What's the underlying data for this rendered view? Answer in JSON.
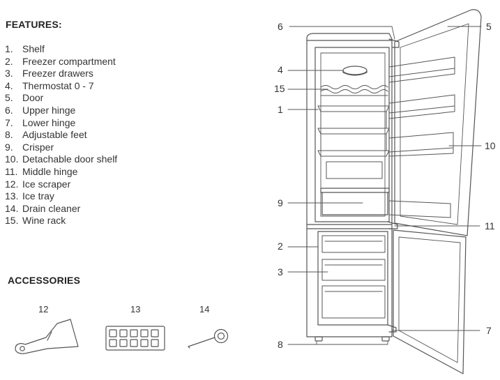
{
  "features": {
    "title": "FEATURES:",
    "items": [
      {
        "num": "1.",
        "label": "Shelf"
      },
      {
        "num": "2.",
        "label": "Freezer compartment"
      },
      {
        "num": "3.",
        "label": "Freezer drawers"
      },
      {
        "num": "4.",
        "label": "Thermostat 0 - 7"
      },
      {
        "num": "5.",
        "label": "Door"
      },
      {
        "num": "6.",
        "label": "Upper hinge"
      },
      {
        "num": "7.",
        "label": "Lower hinge"
      },
      {
        "num": "8.",
        "label": "Adjustable feet"
      },
      {
        "num": "9.",
        "label": "Crisper"
      },
      {
        "num": "10.",
        "label": "Detachable door shelf"
      },
      {
        "num": "11.",
        "label": "Middle hinge"
      },
      {
        "num": "12.",
        "label": "Ice scraper"
      },
      {
        "num": "13.",
        "label": "Ice tray"
      },
      {
        "num": "14.",
        "label": "Drain cleaner"
      },
      {
        "num": "15.",
        "label": "Wine rack"
      }
    ]
  },
  "accessories": {
    "title": "ACCESSORIES",
    "items": [
      {
        "num": "12",
        "icon": "ice-scraper-icon"
      },
      {
        "num": "13",
        "icon": "ice-tray-icon"
      },
      {
        "num": "14",
        "icon": "drain-cleaner-icon"
      }
    ]
  },
  "callouts": {
    "c6": "6",
    "c5": "5",
    "c4": "4",
    "c15": "15",
    "c1": "1",
    "c10": "10",
    "c9": "9",
    "c11": "11",
    "c2": "2",
    "c3": "3",
    "c7": "7",
    "c8": "8"
  },
  "colors": {
    "line": "#555555",
    "text": "#333333"
  }
}
